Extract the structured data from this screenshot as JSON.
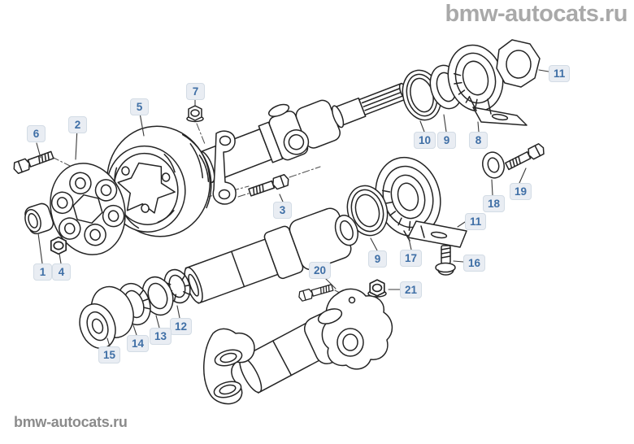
{
  "watermarks": {
    "top_right": "bmw-autocats.ru",
    "bottom_left": "bmw-autocats.ru"
  },
  "diagram": {
    "alt": "Exploded line drawing of a propeller shaft (drive shaft) assembly with numbered part callouts",
    "colors": {
      "line": "#242424",
      "background": "#ffffff",
      "callout_bg": "#e9edf3",
      "callout_border": "#d3dce5",
      "callout_text": "#3f6fa6",
      "watermark_top": "#a9a9a9",
      "watermark_bottom": "#8b8b8b"
    },
    "callouts": [
      {
        "label": "6"
      },
      {
        "label": "2"
      },
      {
        "label": "5"
      },
      {
        "label": "7"
      },
      {
        "label": "1"
      },
      {
        "label": "4"
      },
      {
        "label": "3"
      },
      {
        "label": "10"
      },
      {
        "label": "9"
      },
      {
        "label": "8"
      },
      {
        "label": "11"
      },
      {
        "label": "19"
      },
      {
        "label": "18"
      },
      {
        "label": "11"
      },
      {
        "label": "9"
      },
      {
        "label": "17"
      },
      {
        "label": "16"
      },
      {
        "label": "20"
      },
      {
        "label": "21"
      },
      {
        "label": "12"
      },
      {
        "label": "13"
      },
      {
        "label": "14"
      },
      {
        "label": "15"
      }
    ]
  }
}
